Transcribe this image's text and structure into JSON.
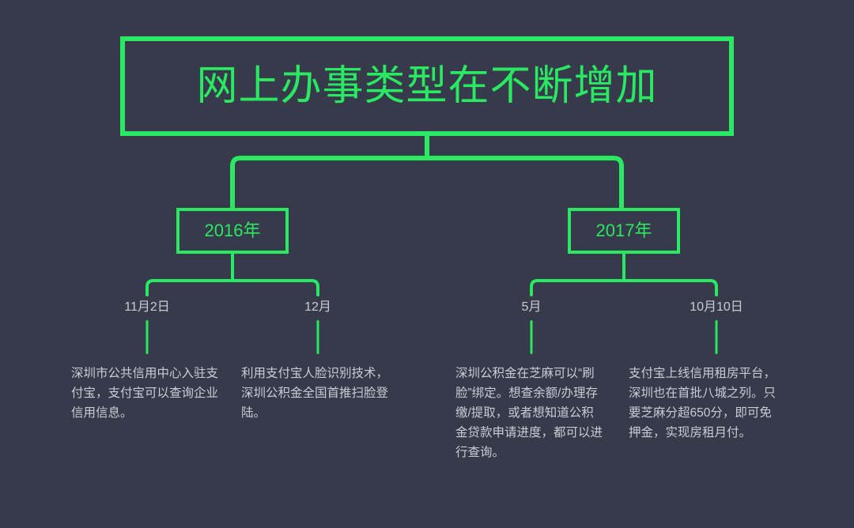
{
  "slide": {
    "background_color": "#363a4a",
    "accent_color": "#2ae862",
    "text_color": "#c9ccd4"
  },
  "title": {
    "text": "网上办事类型在不断增加"
  },
  "branches": [
    {
      "year_label": "2016年",
      "items": [
        {
          "date": "11月2日",
          "text": "深圳市公共信用中心入驻支付宝，支付宝可以查询企业信用信息。"
        },
        {
          "date": "12月",
          "text": "利用支付宝人脸识别技术，深圳公积金全国首推扫脸登陆。"
        }
      ]
    },
    {
      "year_label": "2017年",
      "items": [
        {
          "date": "5月",
          "text": "深圳公积金在芝麻可以“刷脸”绑定。想查余额/办理存缴/提取，或者想知道公积金贷款申请进度，都可以进行查询。"
        },
        {
          "date": "10月10日",
          "text": "支付宝上线信用租房平台，深圳也在首批八城之列。只要芝麻分超650分，即可免押金，实现房租月付。"
        }
      ]
    }
  ]
}
